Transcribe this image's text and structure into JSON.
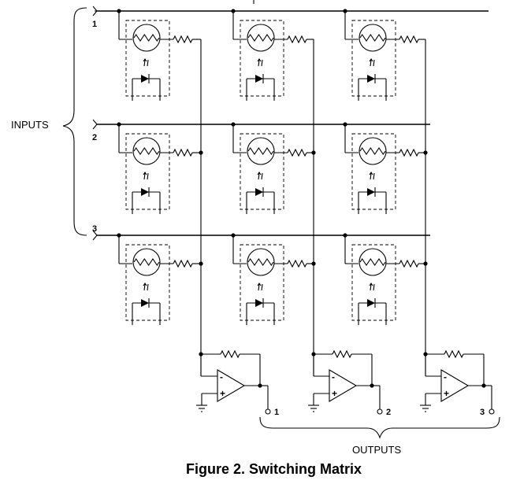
{
  "caption": "Figure 2. Switching Matrix",
  "inputs_label": "INPUTS",
  "outputs_label": "OUTPUTS",
  "input_numbers": [
    "1",
    "2",
    "3"
  ],
  "output_numbers": [
    "1",
    "2",
    "3"
  ],
  "opamp_signs": {
    "minus": "-",
    "plus": "+"
  }
}
